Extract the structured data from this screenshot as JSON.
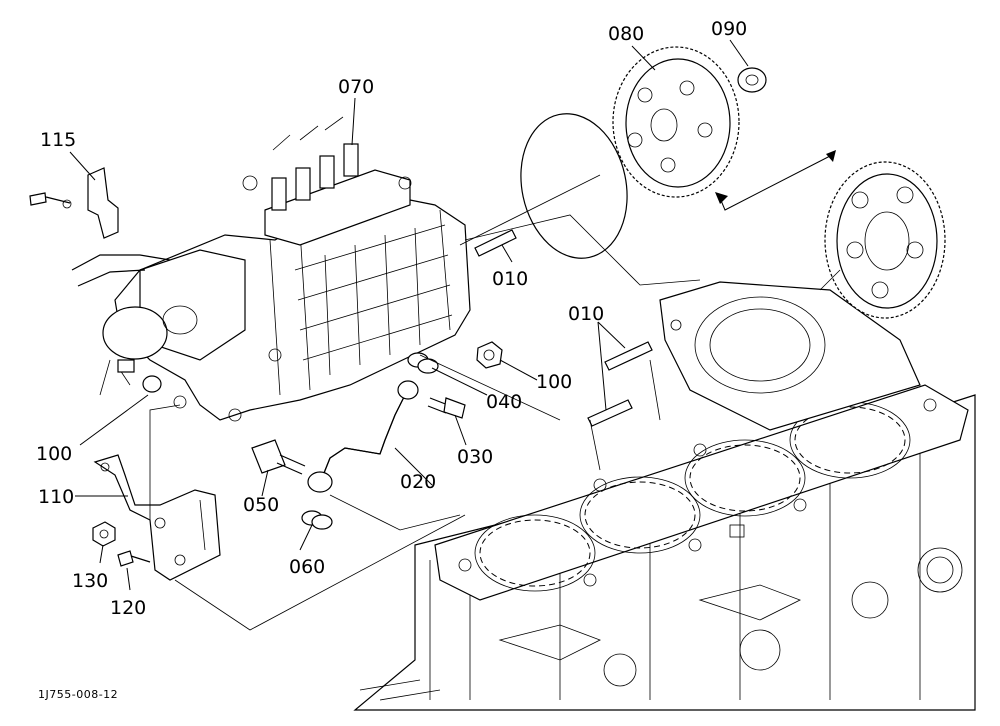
{
  "callouts": {
    "p115": "115",
    "p070": "070",
    "p080": "080",
    "p090": "090",
    "p010a": "010",
    "p010b": "010",
    "p100a": "100",
    "p100b": "100",
    "p040": "040",
    "p030": "030",
    "p020": "020",
    "p050": "050",
    "p110": "110",
    "p060": "060",
    "p130": "130",
    "p120": "120"
  },
  "doc_id": "1J755-008-12"
}
